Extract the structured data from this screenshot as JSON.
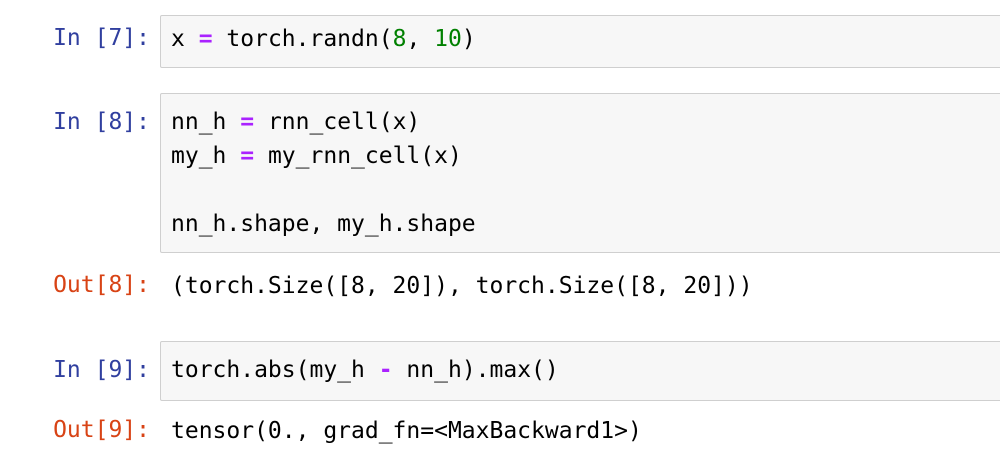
{
  "cells": [
    {
      "prompt": "In [7]:",
      "lines": [
        [
          {
            "t": "x ",
            "c": "plain"
          },
          {
            "t": "=",
            "c": "op"
          },
          {
            "t": " torch.randn(",
            "c": "plain"
          },
          {
            "t": "8",
            "c": "num"
          },
          {
            "t": ", ",
            "c": "plain"
          },
          {
            "t": "10",
            "c": "num"
          },
          {
            "t": ")",
            "c": "plain"
          }
        ]
      ]
    },
    {
      "prompt": "In [8]:",
      "lines": [
        [
          {
            "t": "nn_h ",
            "c": "plain"
          },
          {
            "t": "=",
            "c": "op"
          },
          {
            "t": " rnn_cell(x)",
            "c": "plain"
          }
        ],
        [
          {
            "t": "my_h ",
            "c": "plain"
          },
          {
            "t": "=",
            "c": "op"
          },
          {
            "t": " my_rnn_cell(x)",
            "c": "plain"
          }
        ],
        [],
        [
          {
            "t": "nn_h.shape, my_h.shape",
            "c": "plain"
          }
        ]
      ],
      "out_prompt": "Out[8]:",
      "output": "(torch.Size([8, 20]), torch.Size([8, 20]))"
    },
    {
      "prompt": "In [9]:",
      "lines": [
        [
          {
            "t": "torch.abs(my_h ",
            "c": "plain"
          },
          {
            "t": "-",
            "c": "op"
          },
          {
            "t": " nn_h).max()",
            "c": "plain"
          }
        ]
      ],
      "out_prompt": "Out[9]:",
      "output": "tensor(0., grad_fn=<MaxBackward1>)"
    }
  ],
  "colors": {
    "in_prompt": "#303f9f",
    "out_prompt": "#d84315",
    "operator": "#aa22ff",
    "number": "#008000",
    "cell_background": "#f7f7f7",
    "cell_border": "#cfcfcf"
  }
}
